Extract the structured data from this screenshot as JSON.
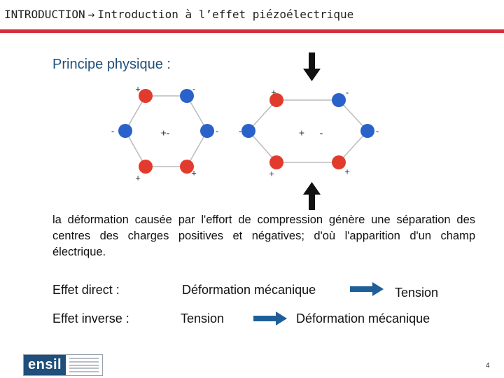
{
  "header": {
    "section": "INTRODUCTION",
    "title": "Introduction à l’effet piézoélectrique"
  },
  "principle_title": "Principe physique :",
  "diagram": {
    "rest_state": {
      "charges": [
        {
          "sign": "+",
          "color": "#e23b2e"
        },
        {
          "sign": "-",
          "color": "#2a62c9"
        },
        {
          "sign": "-",
          "color": "#2a62c9"
        },
        {
          "sign": "+",
          "color": "#e23b2e"
        },
        {
          "sign": "+",
          "color": "#e23b2e"
        },
        {
          "sign": "-",
          "color": "#2a62c9"
        }
      ],
      "center_label": "+-"
    },
    "compressed_state": {
      "charges": [
        {
          "sign": "+",
          "color": "#e23b2e"
        },
        {
          "sign": "-",
          "color": "#2a62c9"
        },
        {
          "sign": "-",
          "color": "#2a62c9"
        },
        {
          "sign": "+",
          "color": "#e23b2e"
        },
        {
          "sign": "+",
          "color": "#e23b2e"
        },
        {
          "sign": "-",
          "color": "#2a62c9"
        }
      ],
      "center_labels": [
        "+",
        "-"
      ]
    },
    "force_arrows": [
      "down-arrow-icon",
      "up-arrow-icon"
    ],
    "positive_color": "#e23b2e",
    "negative_color": "#2a62c9"
  },
  "description": "la déformation causée par l'effort de compression génère une séparation des centres des charges positives et négatives; d'où l'apparition d'un champ électrique.",
  "effects": {
    "direct": {
      "label": "Effet direct :",
      "from": "Déformation mécanique",
      "to": "Tension"
    },
    "inverse": {
      "label": "Effet inverse :",
      "from": "Tension",
      "to": "Déformation mécanique"
    },
    "arrow_color": "#1f5f99"
  },
  "footer": {
    "logo_text": "ensil",
    "page_number": "4"
  }
}
